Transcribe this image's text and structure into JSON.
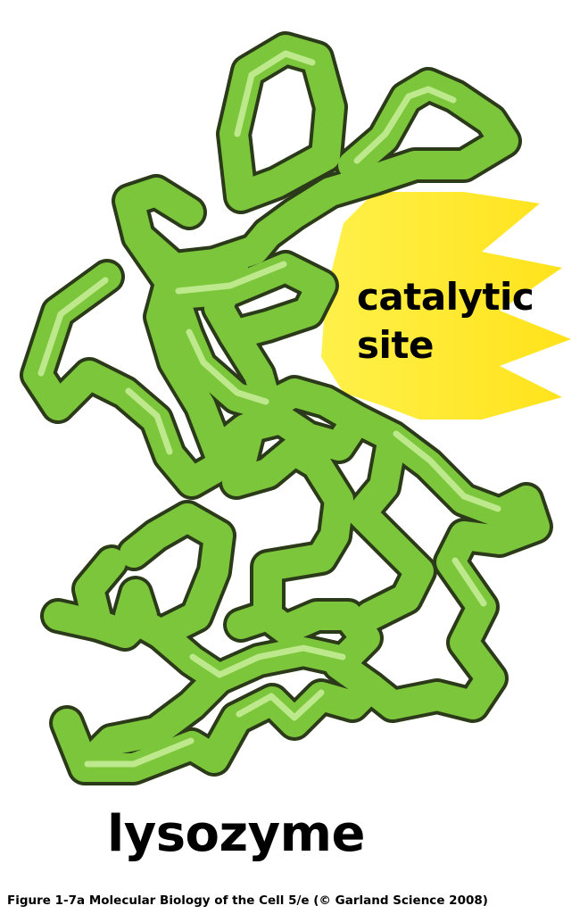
{
  "labels": {
    "site_line1": "catalytic",
    "site_line2": "site",
    "protein": "lysozyme"
  },
  "caption": "Figure 1-7a  Molecular Biology of the Cell 5/e (© Garland Science 2008)",
  "colors": {
    "backbone_fill": "#7cc63c",
    "backbone_outline": "#2b3a18",
    "backbone_highlight": "#c9ee9a",
    "catalytic_site": "#ffe61a",
    "text": "#000000"
  }
}
